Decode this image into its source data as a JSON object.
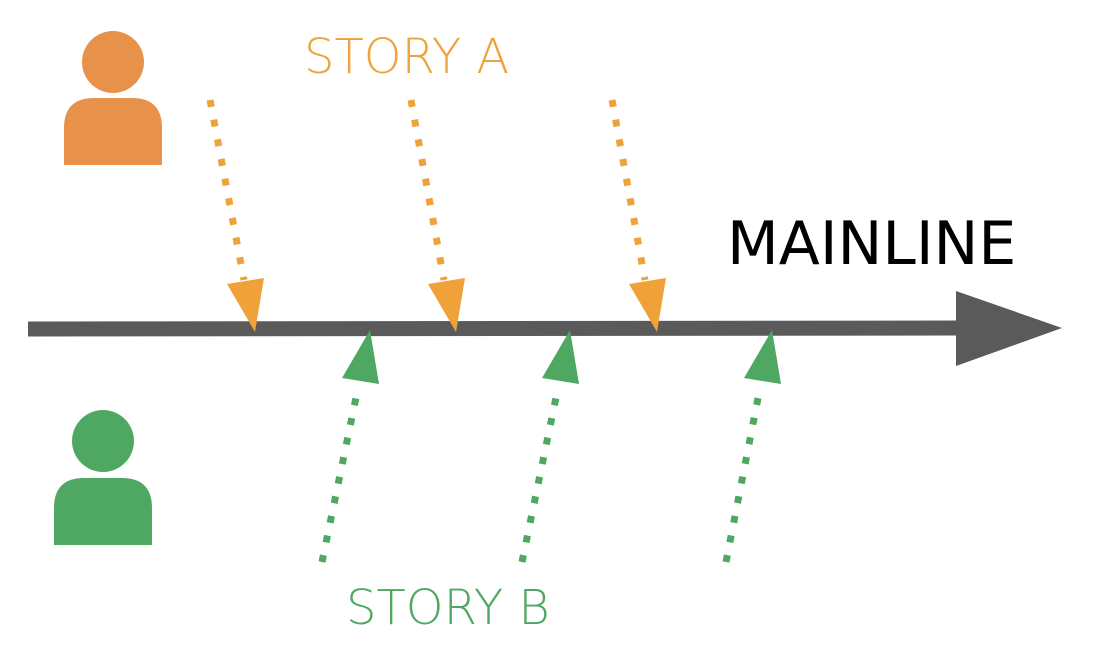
{
  "mainline": {
    "label": "MAINLINE",
    "color": "#5a5a5a"
  },
  "story_a": {
    "label": "STORY A",
    "color": "#f0a23a",
    "user_icon": "user-icon",
    "user_color": "#e8914a",
    "merges": 3
  },
  "story_b": {
    "label": "STORY B",
    "color": "#4ea862",
    "user_icon": "user-icon",
    "user_color": "#4ea862",
    "merges": 3
  }
}
